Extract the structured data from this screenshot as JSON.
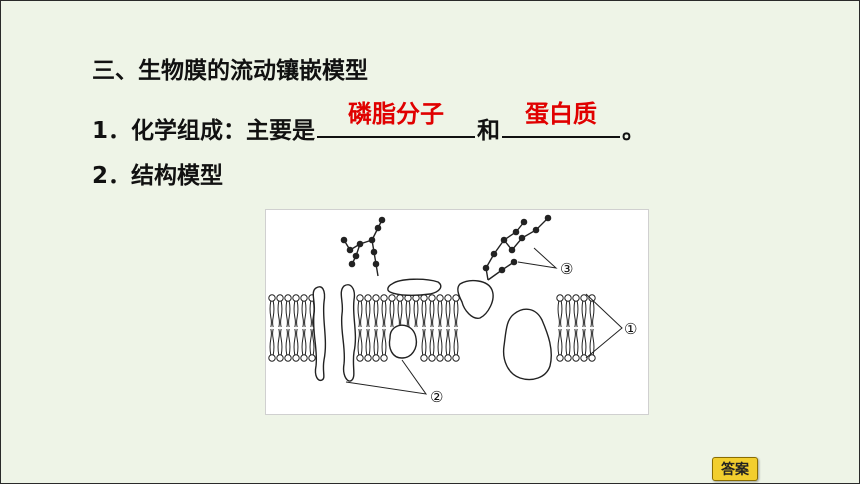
{
  "heading": "三、生物膜的流动镶嵌模型",
  "item1": {
    "prefix": "1．化学组成：主要是",
    "blank1_answer": "磷脂分子",
    "connector": "和",
    "blank2_answer": "蛋白质",
    "suffix": "。"
  },
  "item2": {
    "text": "2．结构模型"
  },
  "figure": {
    "label_1": "①",
    "label_2": "②",
    "label_3": "③"
  },
  "answer_button": "答案"
}
